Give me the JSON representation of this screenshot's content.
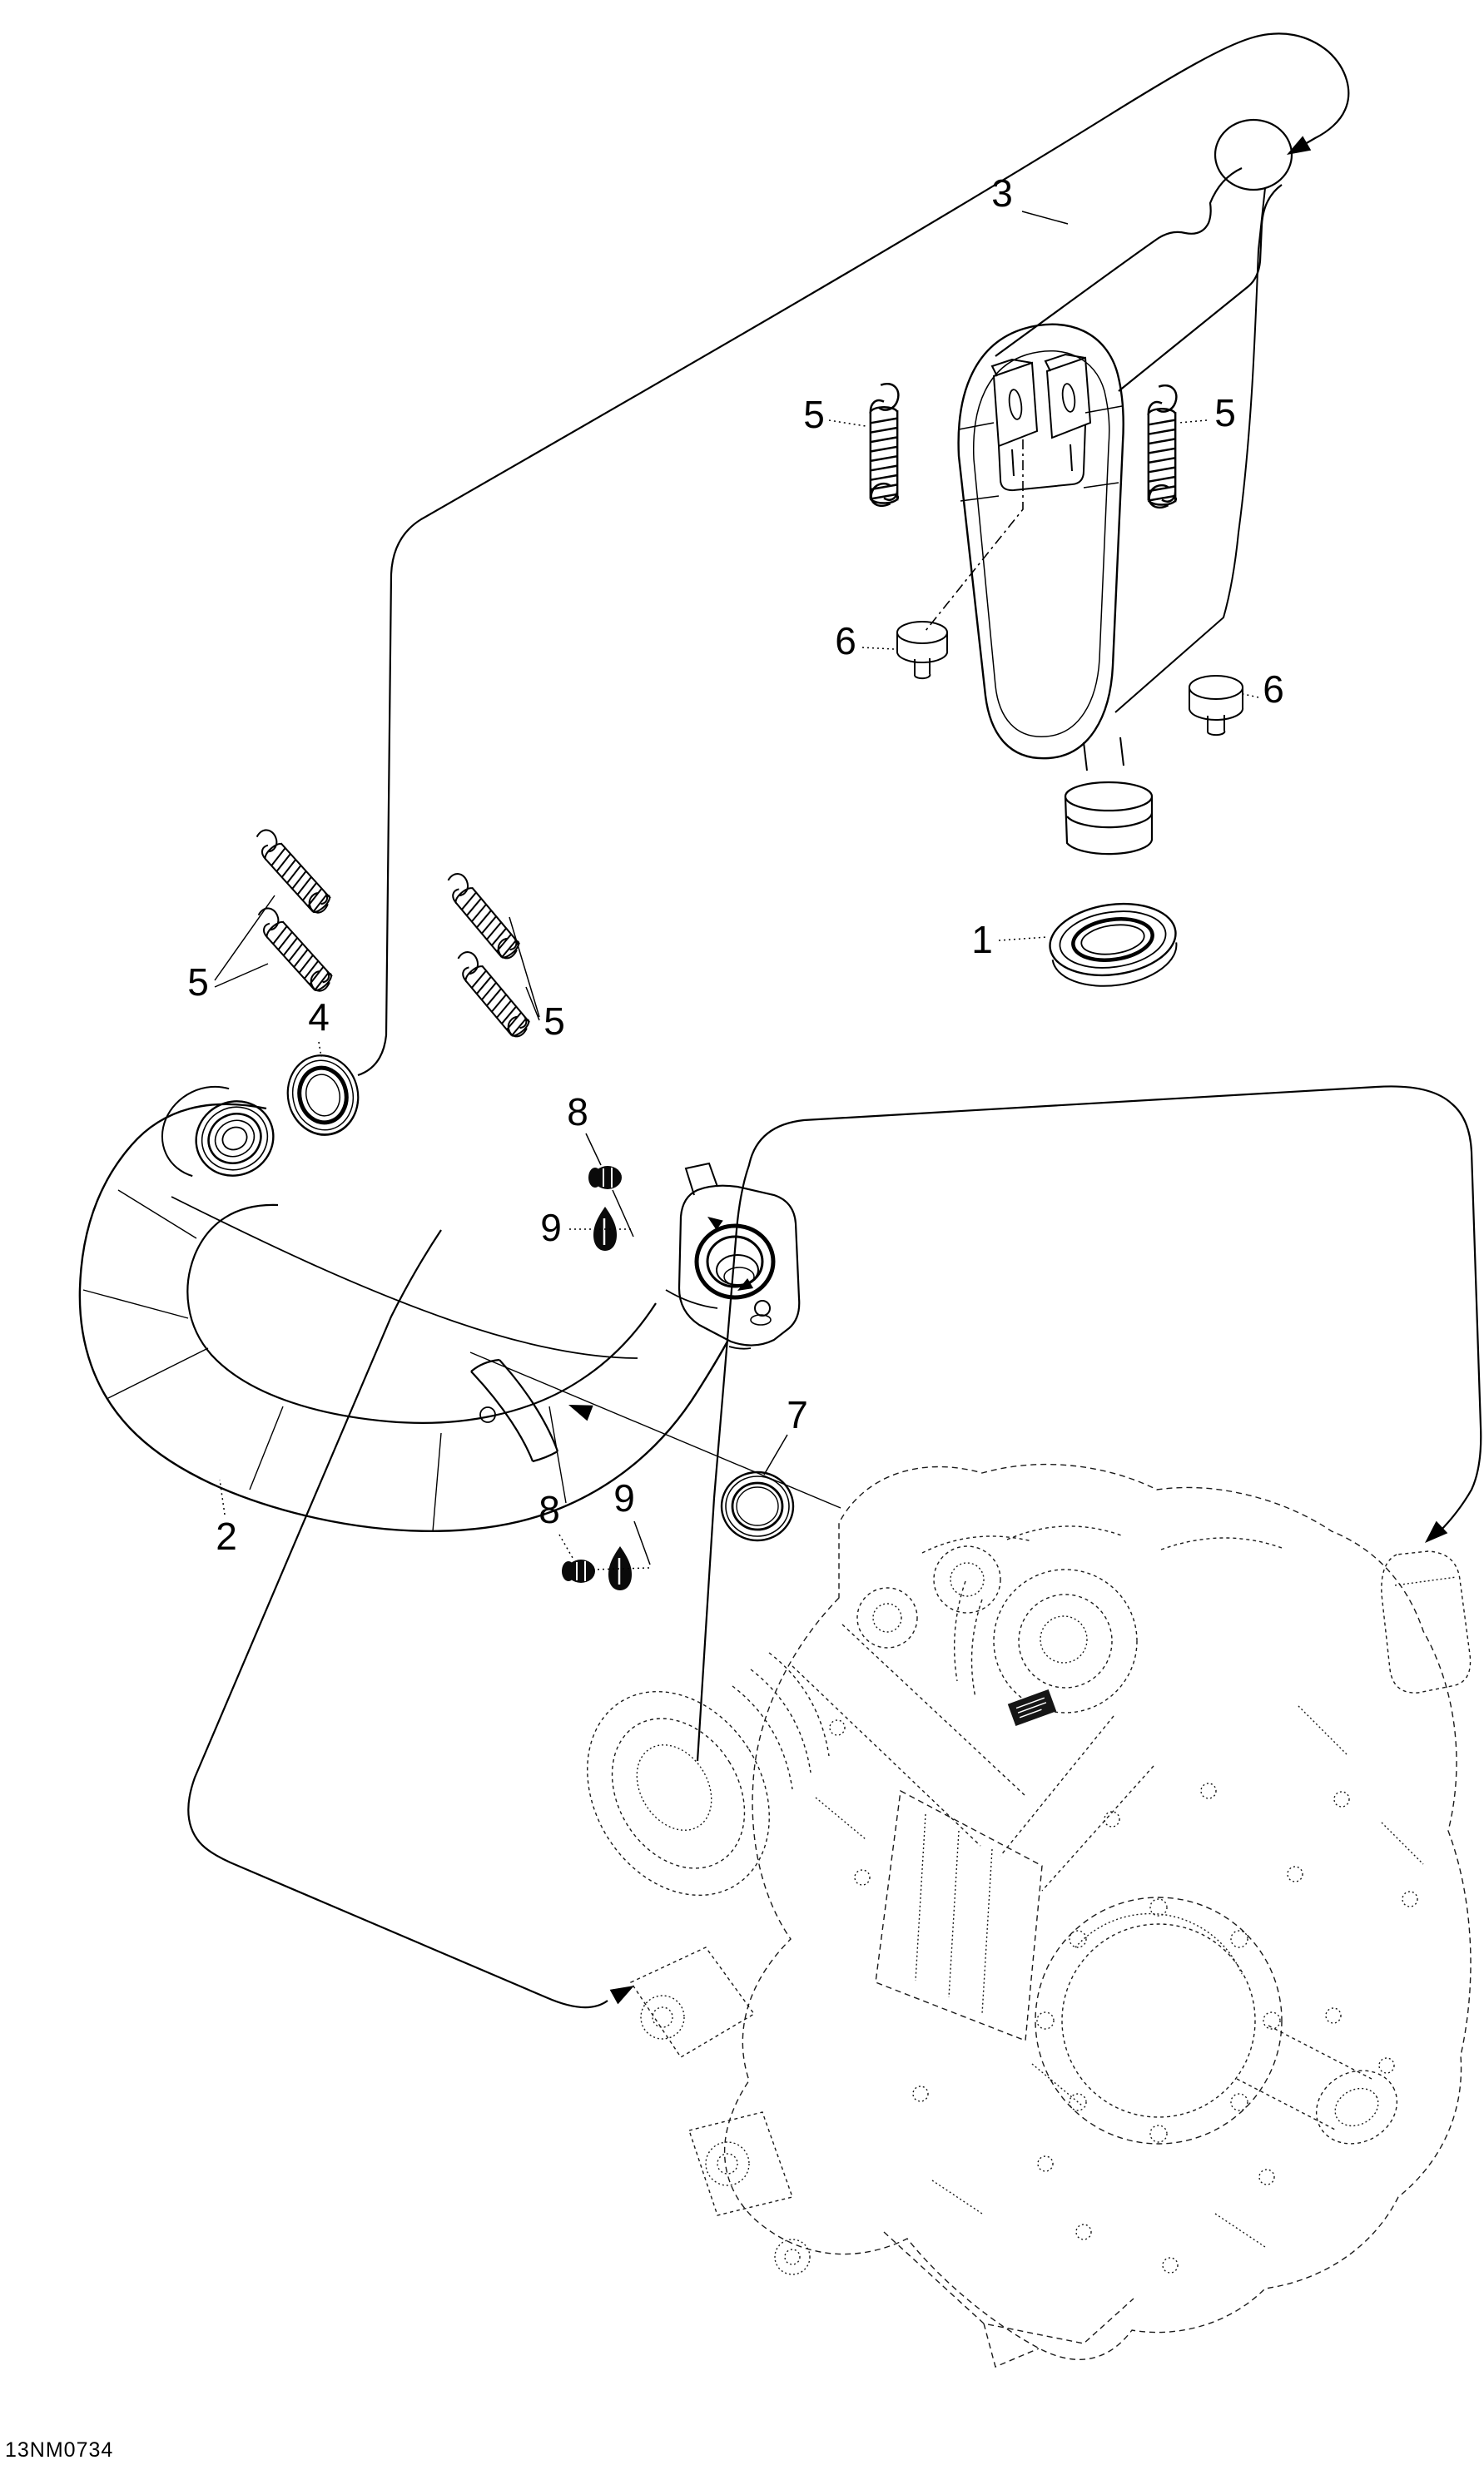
{
  "page": {
    "background": "#ffffff",
    "line_color": "#000000"
  },
  "diagram": {
    "type": "exploded-parts-diagram",
    "code": "13NM0734",
    "callouts": {
      "c1": {
        "label": "1",
        "part": "exhaust-outlet-seal-ring"
      },
      "c2": {
        "label": "2",
        "part": "exhaust-pipe"
      },
      "c3": {
        "label": "3",
        "part": "muffler"
      },
      "c4": {
        "label": "4",
        "part": "pipe-inlet-gasket"
      },
      "c5a": {
        "label": "5",
        "part": "muffler-spring-left"
      },
      "c5b": {
        "label": "5",
        "part": "muffler-spring-right"
      },
      "c5c": {
        "label": "5",
        "part": "pipe-springs-left-pair"
      },
      "c5d": {
        "label": "5",
        "part": "pipe-springs-right-pair"
      },
      "c6a": {
        "label": "6",
        "part": "rubber-bumper-left"
      },
      "c6b": {
        "label": "6",
        "part": "rubber-bumper-right"
      },
      "c7": {
        "label": "7",
        "part": "flange-seal-ring"
      },
      "c8a": {
        "label": "8",
        "part": "flange-nut-upper"
      },
      "c8b": {
        "label": "8",
        "part": "flange-nut-lower"
      },
      "c9a": {
        "label": "9",
        "part": "grommet-upper"
      },
      "c9b": {
        "label": "9",
        "part": "grommet-lower"
      }
    }
  }
}
